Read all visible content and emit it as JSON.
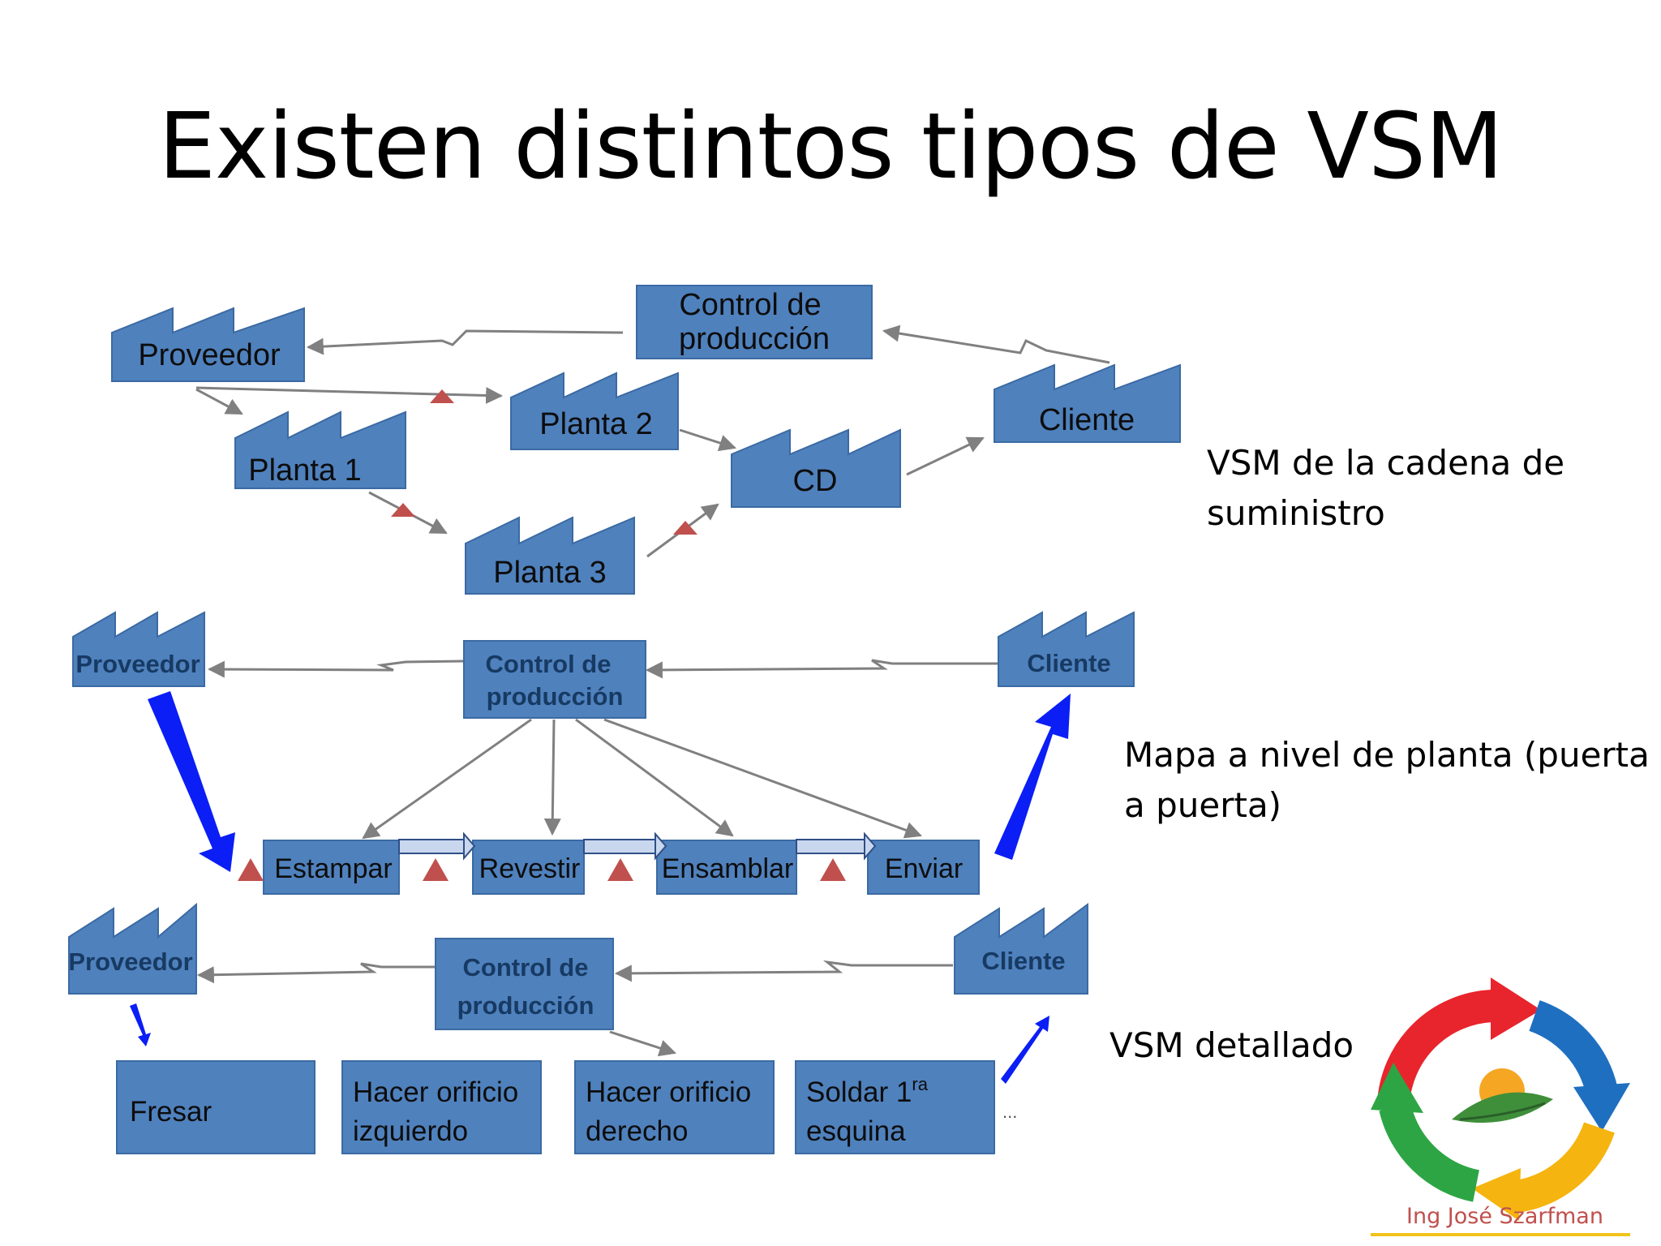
{
  "title": "Existen distintos tipos de VSM",
  "captions": {
    "supply_chain": [
      "VSM de la cadena de",
      "suministro"
    ],
    "plant": [
      "Mapa a nivel de planta (puerta",
      "a puerta)"
    ],
    "detailed": "VSM detallado"
  },
  "map1": {
    "supplier": "Proveedor",
    "control": [
      "Control de",
      "producción"
    ],
    "plant1": "Planta 1",
    "plant2": "Planta 2",
    "plant3": "Planta 3",
    "dc": "CD",
    "customer": "Cliente"
  },
  "map2": {
    "supplier": "Proveedor",
    "control": [
      "Control de",
      "producción"
    ],
    "customer": "Cliente",
    "processes": [
      "Estampar",
      "Revestir",
      "Ensamblar",
      "Enviar"
    ]
  },
  "map3": {
    "supplier": "Proveedor",
    "control": [
      "Control de",
      "producción"
    ],
    "customer": "Cliente",
    "steps": [
      [
        "Fresar"
      ],
      [
        "Hacer orificio",
        "izquierdo"
      ],
      [
        "Hacer orificio",
        "derecho"
      ],
      [
        "Soldar 1",
        "esquina"
      ]
    ],
    "superscript": "ra",
    "ellipsis": "..."
  },
  "logo": {
    "text": "Ing José Szarfman",
    "colors": [
      "#e8242c",
      "#1f6fc1",
      "#f5b40f",
      "#2da544"
    ]
  },
  "colors": {
    "box": "#4f81bd",
    "inventory": "#c0504d",
    "physical_flow": "#0a1ef5"
  }
}
